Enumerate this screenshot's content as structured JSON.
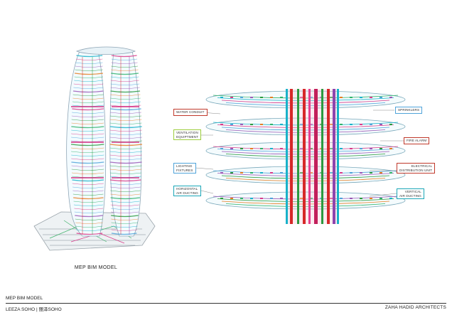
{
  "caption": "MEP BIM MODEL",
  "footer": {
    "title": "MEP BIM MODEL",
    "project": "LEEZA SOHO | 丽泽SOHO",
    "firm": "ZAHA HADID ARCHITECTS"
  },
  "callouts": {
    "water_conduit": {
      "label": "WATER CONDUIT",
      "color": "#c0392b"
    },
    "ventilation_equipment": {
      "label": "VENTILATION\nEQUIPTMENT",
      "color": "#9ccc3c"
    },
    "lighting_fixtures": {
      "label": "LIGHTING\nFIXTURES",
      "color": "#4fa3d9"
    },
    "horizontal_air_ducting": {
      "label": "HORIZONTAL\nAIR DUCTING",
      "color": "#1aa6b7"
    },
    "sprinklers": {
      "label": "SPRINKLERS",
      "color": "#4fa3d9"
    },
    "fire_alarm": {
      "label": "FIRE ALARM",
      "color": "#c0392b"
    },
    "electrical_distribution_unit": {
      "label": "ELECTRICAL\nDISTRIBUTION UNIT",
      "color": "#c0392b"
    },
    "vertical_air_ducting": {
      "label": "VERTICAL\nAIR DUCTING",
      "color": "#1aa6b7"
    }
  }
}
